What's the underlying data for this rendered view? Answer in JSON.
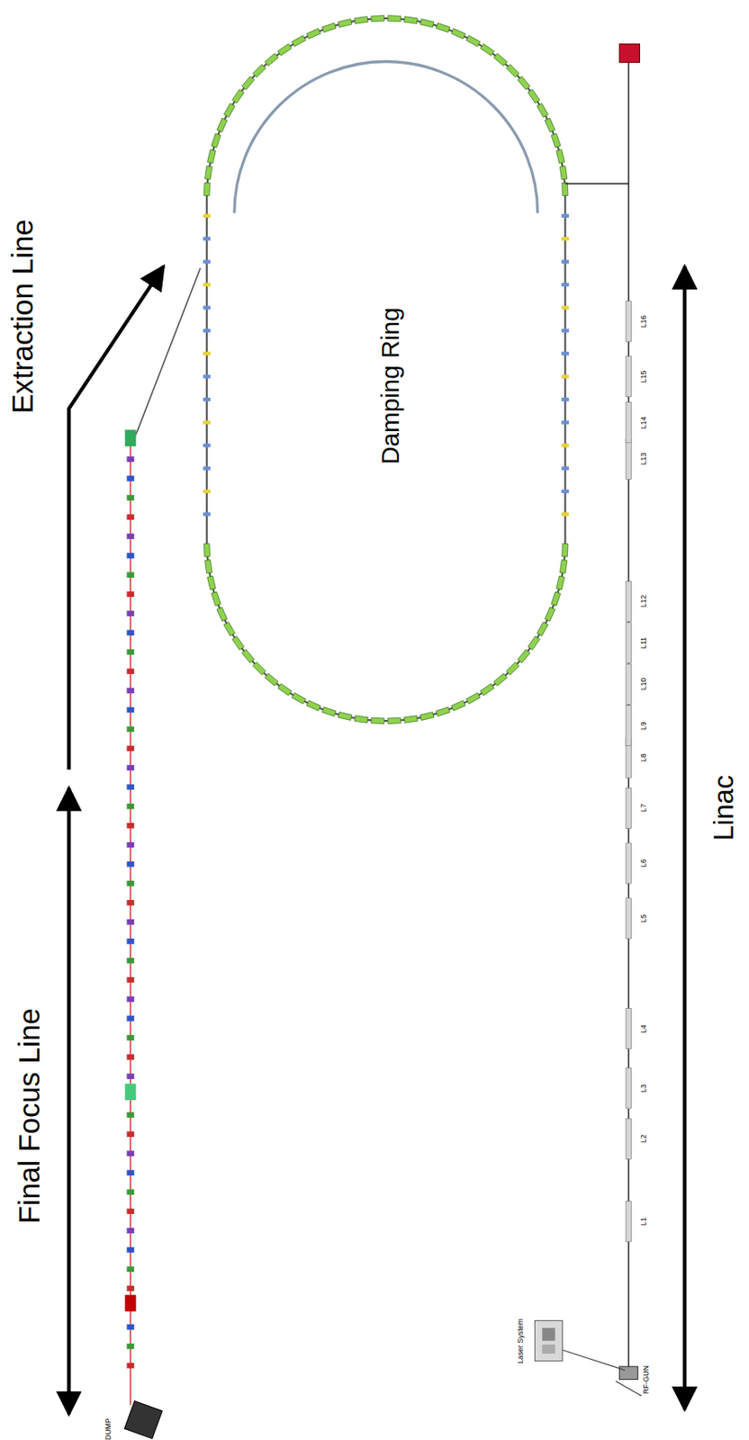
{
  "diagram": {
    "labels": [
      "Extraction Line",
      "Damping Ring",
      "Final Focus Line",
      "Linac",
      "Laser System",
      "RF-GUN",
      "DUMP",
      "L1",
      "L2",
      "L3",
      "L4",
      "L5",
      "L6",
      "L7",
      "L8",
      "L9",
      "L10",
      "L11",
      "L12",
      "L13",
      "L14",
      "L15",
      "L16"
    ]
  }
}
